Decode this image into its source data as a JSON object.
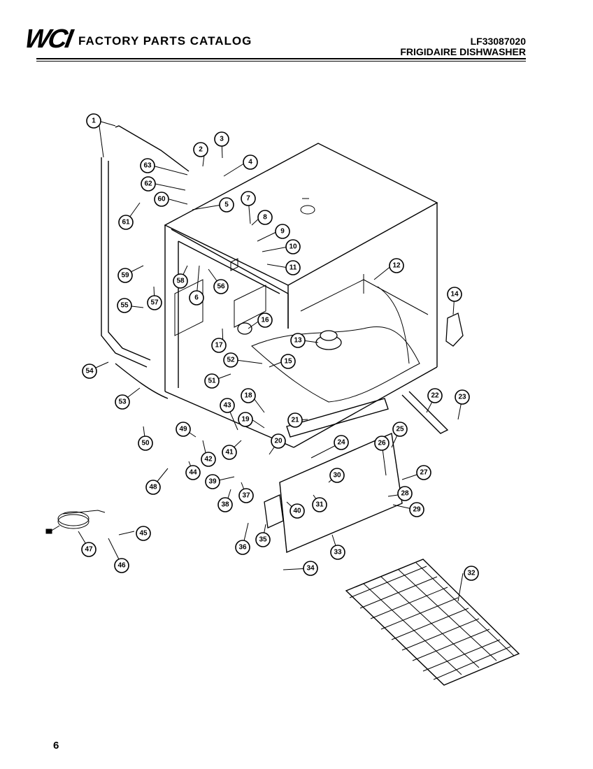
{
  "header": {
    "logo_text": "WCI",
    "catalog_title": "FACTORY PARTS CATALOG",
    "model_number": "LF33087020",
    "product_name": "FRIGIDAIRE DISHWASHER"
  },
  "page_number": "6",
  "diagram": {
    "part_callouts": [
      "1",
      "2",
      "3",
      "4",
      "5",
      "6",
      "7",
      "8",
      "9",
      "10",
      "11",
      "12",
      "13",
      "14",
      "15",
      "16",
      "17",
      "18",
      "19",
      "20",
      "21",
      "22",
      "23",
      "24",
      "25",
      "26",
      "27",
      "28",
      "29",
      "30",
      "31",
      "32",
      "33",
      "34",
      "35",
      "36",
      "37",
      "38",
      "39",
      "40",
      "41",
      "42",
      "43",
      "44",
      "45",
      "46",
      "47",
      "48",
      "49",
      "50",
      "51",
      "52",
      "53",
      "54",
      "55",
      "56",
      "57",
      "58",
      "59",
      "60",
      "61",
      "62",
      "63"
    ]
  }
}
